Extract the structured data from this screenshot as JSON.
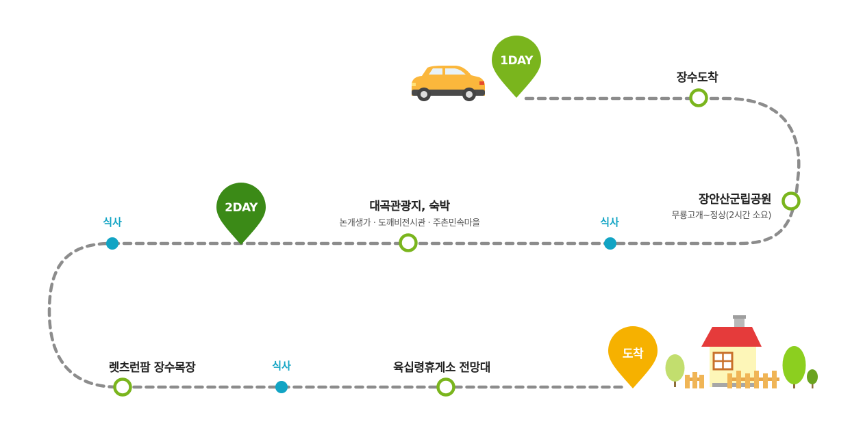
{
  "pins": {
    "day1": "1DAY",
    "day2": "2DAY",
    "arrive": "도착"
  },
  "stops": {
    "jangsu_arrival": "장수도착",
    "jangan_park": "장안산군립공원",
    "jangan_park_sub": "무룡고개~정상(2시간 소요)",
    "daegok": "대곡관광지, 숙박",
    "daegok_sub": "논개생가 · 도깨비전시관 · 주촌민속마을",
    "farm": "렛츠런팜 장수목장",
    "rest_area": "육십령휴게소 전망대"
  },
  "meals": {
    "meal_1": "식사",
    "meal_2": "식사",
    "meal_3": "식사"
  },
  "colors": {
    "path": "#8c8c8c",
    "ring": "#7ab51d",
    "meal_dot": "#12a4c4",
    "pin_day1": "#7ab51d",
    "pin_day2": "#3b8a17",
    "pin_arrive": "#f6b100",
    "car": "#fbb73c",
    "roof": "#e53b3b"
  },
  "icons": [
    "car-icon",
    "house-icon",
    "tree-icon",
    "fence-icon"
  ]
}
